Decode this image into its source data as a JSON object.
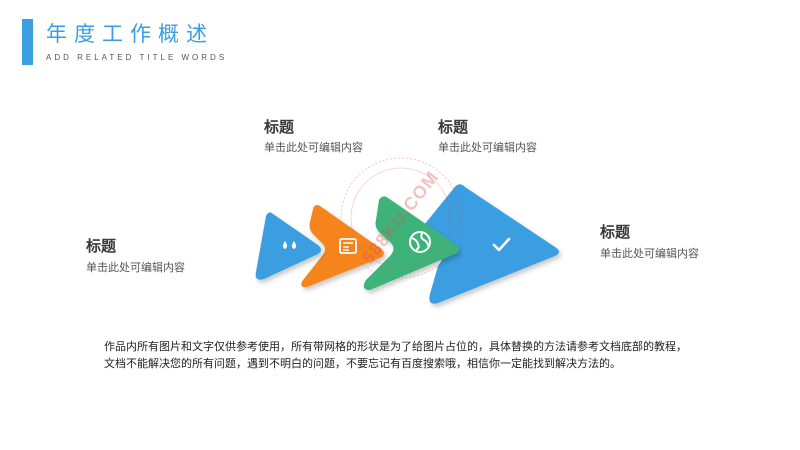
{
  "header": {
    "title": "年度工作概述",
    "subtitle": "ADD RELATED TITLE WORDS",
    "accent_color": "#3a9ee0"
  },
  "items": [
    {
      "title": "标题",
      "desc": "单击此处可编辑内容"
    },
    {
      "title": "标题",
      "desc": "单击此处可编辑内容"
    },
    {
      "title": "标题",
      "desc": "单击此处可编辑内容"
    },
    {
      "title": "标题",
      "desc": "单击此处可编辑内容"
    }
  ],
  "diagram": {
    "arrows": [
      {
        "color": "#3a9ee0",
        "icon": "water-drops-icon"
      },
      {
        "color": "#f5841f",
        "icon": "newspaper-icon"
      },
      {
        "color": "#3db37a",
        "icon": "globe-icon"
      },
      {
        "color": "#3a9ee0",
        "icon": "checkmark-icon"
      }
    ]
  },
  "footnote": {
    "line1": "作品内所有图片和文字仅供参考使用，所有带网格的形状是为了给图片占位的，具体替换的方法请参考文档底部的教程，",
    "line2": "文档不能解决您的所有问题，遇到不明白的问题，不要忘记有百度搜索哦，相信你一定能找到解决方法的。"
  },
  "watermark": {
    "text": "588KU.COM",
    "color": "#e05050"
  }
}
